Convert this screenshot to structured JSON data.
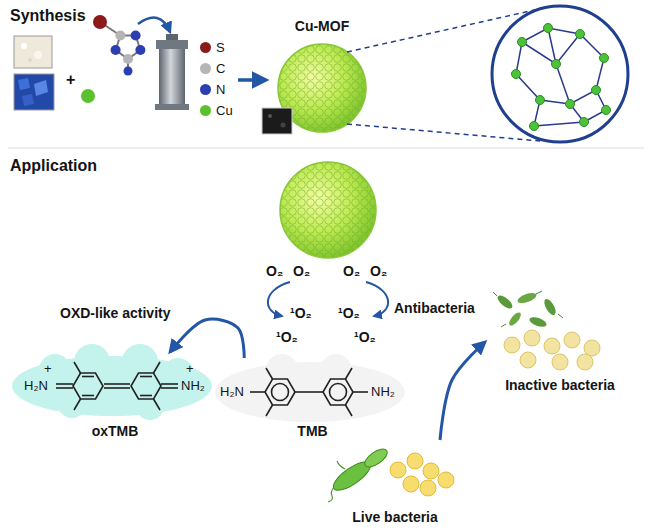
{
  "diagram": {
    "nodes": [
      {
        "text": [
          "Cu-MOF"
        ]
      },
      {
        "text": [
          "oxTMB"
        ]
      },
      {
        "text": [
          "TMB"
        ]
      },
      {
        "text": [
          "Live bacteria"
        ]
      },
      {
        "text": [
          "Inactive bacteria"
        ]
      }
    ],
    "edges": [
      {
        "from": 2,
        "to": 1,
        "arrow": "to",
        "label": "OXD-like activity"
      },
      {
        "from": 3,
        "to": 4,
        "arrow": "to",
        "label": "Antibacteria"
      }
    ],
    "labels": [
      "Synthesis",
      "+",
      "Application",
      "O₂",
      "O₂",
      "O₂",
      "O₂",
      "¹O₂",
      "¹O₂",
      "¹O₂",
      "¹O₂",
      "H₂N",
      "+",
      "NH₂",
      "+",
      "H₂N",
      "NH₂"
    ],
    "legend": [
      {
        "text": "S",
        "color": "#8b1a1a"
      },
      {
        "text": "C",
        "color": "#b5b5b5"
      },
      {
        "text": "N",
        "color": "#2b3fb0"
      },
      {
        "text": "Cu",
        "color": "#5cc12e"
      }
    ]
  }
}
